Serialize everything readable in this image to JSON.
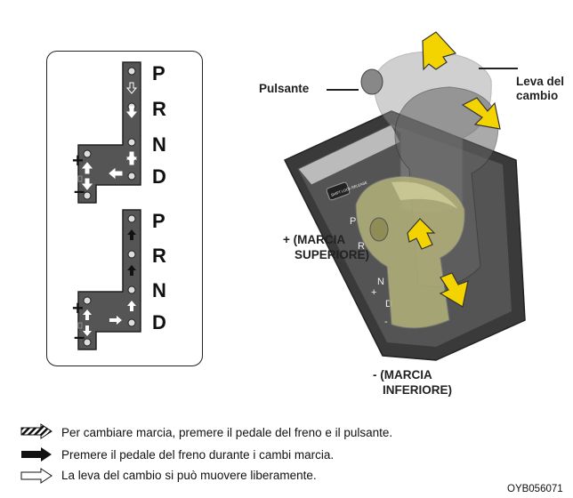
{
  "shift_pattern": {
    "upper": {
      "letters": [
        "P",
        "R",
        "N",
        "D"
      ],
      "plus": "+",
      "minus": "–"
    },
    "lower": {
      "letters": [
        "P",
        "R",
        "N",
        "D"
      ],
      "plus": "+",
      "minus": "–"
    }
  },
  "illustration": {
    "button_label": "Pulsante",
    "lever_label_1": "Leva del",
    "lever_label_2": "cambio",
    "upshift_1": "+ (MARCIA",
    "upshift_2": "SUPERIORE)",
    "downshift_1": "- (MARCIA",
    "downshift_2": "INFERIORE)",
    "console_letters": [
      "P",
      "R",
      "N",
      "D",
      "+",
      "-"
    ],
    "console_button_text": "SHIFT LOCK RELEASE"
  },
  "legend": {
    "items": [
      {
        "icon": "striped-arrow-icon",
        "text": "Per cambiare marcia, premere il pedale del freno e il pulsante."
      },
      {
        "icon": "solid-black-arrow-icon",
        "text": "Premere il pedale del freno durante i cambi marcia."
      },
      {
        "icon": "outline-arrow-icon",
        "text": "La leva del cambio si può muovere liberamente."
      }
    ]
  },
  "figure_code": "OYB056071"
}
